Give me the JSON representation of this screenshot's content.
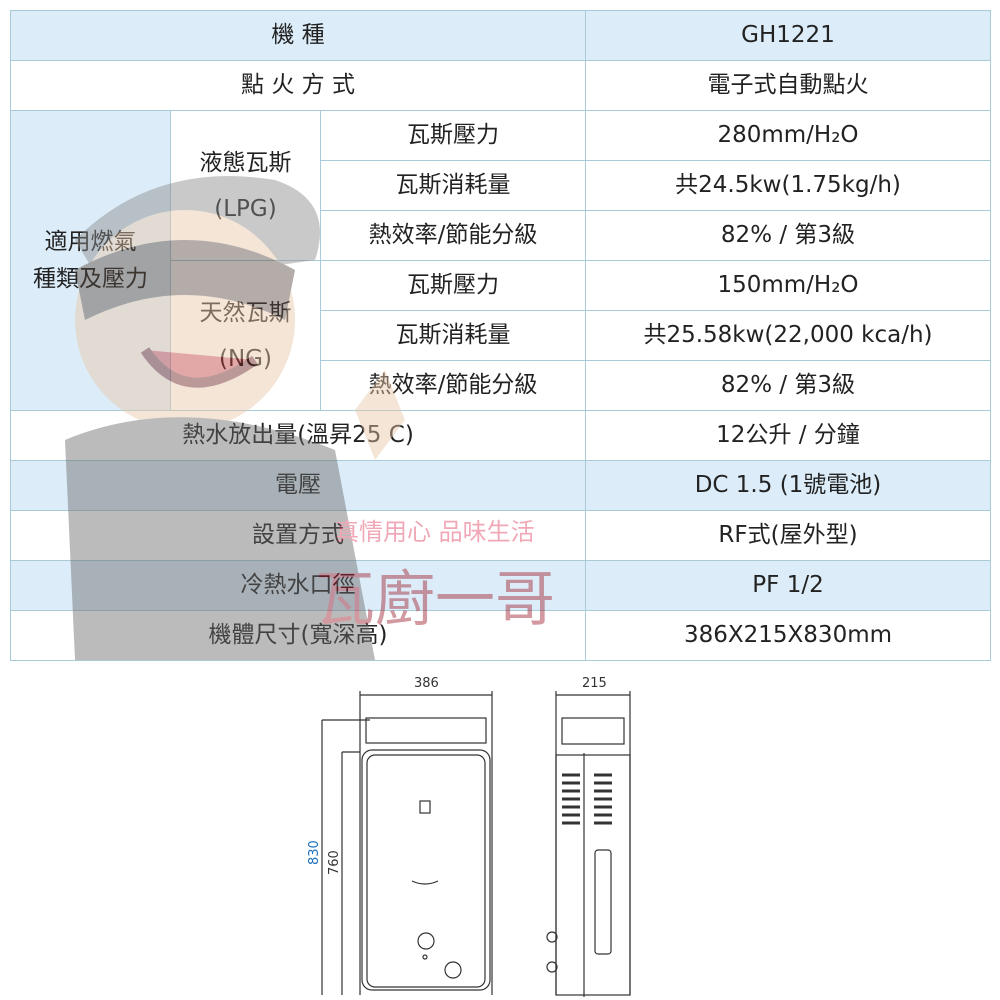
{
  "rows": {
    "model": {
      "label": "機 種",
      "value": "GH1221"
    },
    "ignition": {
      "label": "點 火 方 式",
      "value": "電子式自動點火"
    },
    "fuel": {
      "label_1": "適用燃氣",
      "label_2": "種類及壓力",
      "lpg": {
        "name": "液態瓦斯",
        "code": "(LPG)",
        "pressure_label": "瓦斯壓力",
        "pressure": "280mm/H₂O",
        "consumption_label": "瓦斯消耗量",
        "consumption": "共24.5kw(1.75kg/h)",
        "efficiency_label": "熱效率/節能分級",
        "efficiency": "82% / 第3級"
      },
      "ng": {
        "name": "天然瓦斯",
        "code": "(NG)",
        "pressure_label": "瓦斯壓力",
        "pressure": "150mm/H₂O",
        "consumption_label": "瓦斯消耗量",
        "consumption": "共25.58kw(22,000 kca/h)",
        "efficiency_label": "熱效率/節能分級",
        "efficiency": "82% / 第3級"
      }
    },
    "hot_water": {
      "label": "熱水放出量(溫昇25 C)",
      "value": "12公升 / 分鐘"
    },
    "voltage": {
      "label": "電壓",
      "value": "DC 1.5 (1號電池)"
    },
    "install": {
      "label": "設置方式",
      "value": "RF式(屋外型)"
    },
    "pipe": {
      "label": "冷熱水口徑",
      "value": "PF 1/2"
    },
    "size": {
      "label": "機體尺寸(寬深高)",
      "value": "386X215X830mm"
    }
  },
  "watermark": {
    "brand": "瓦廚一哥",
    "slogan": "真情用心 品味生活"
  },
  "diagram": {
    "width": "386",
    "depth": "215",
    "height": "830",
    "body_height": "760"
  },
  "colors": {
    "row_blue": "#dcedf9",
    "border": "#a9cbd8"
  }
}
